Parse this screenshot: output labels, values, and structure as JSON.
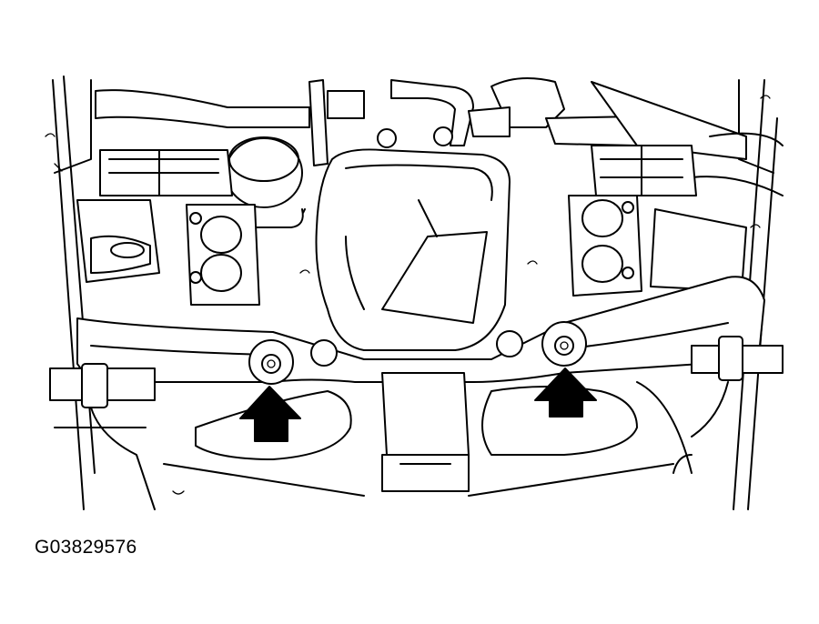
{
  "figure": {
    "id_label": "G03829576",
    "callouts": [
      {
        "name": "left-bolt-arrow",
        "points_to": "left-mount-bolt"
      },
      {
        "name": "right-bolt-arrow",
        "points_to": "right-mount-bolt"
      }
    ],
    "colors": {
      "line": "#000000",
      "background": "#ffffff",
      "arrow_fill": "#000000"
    }
  }
}
